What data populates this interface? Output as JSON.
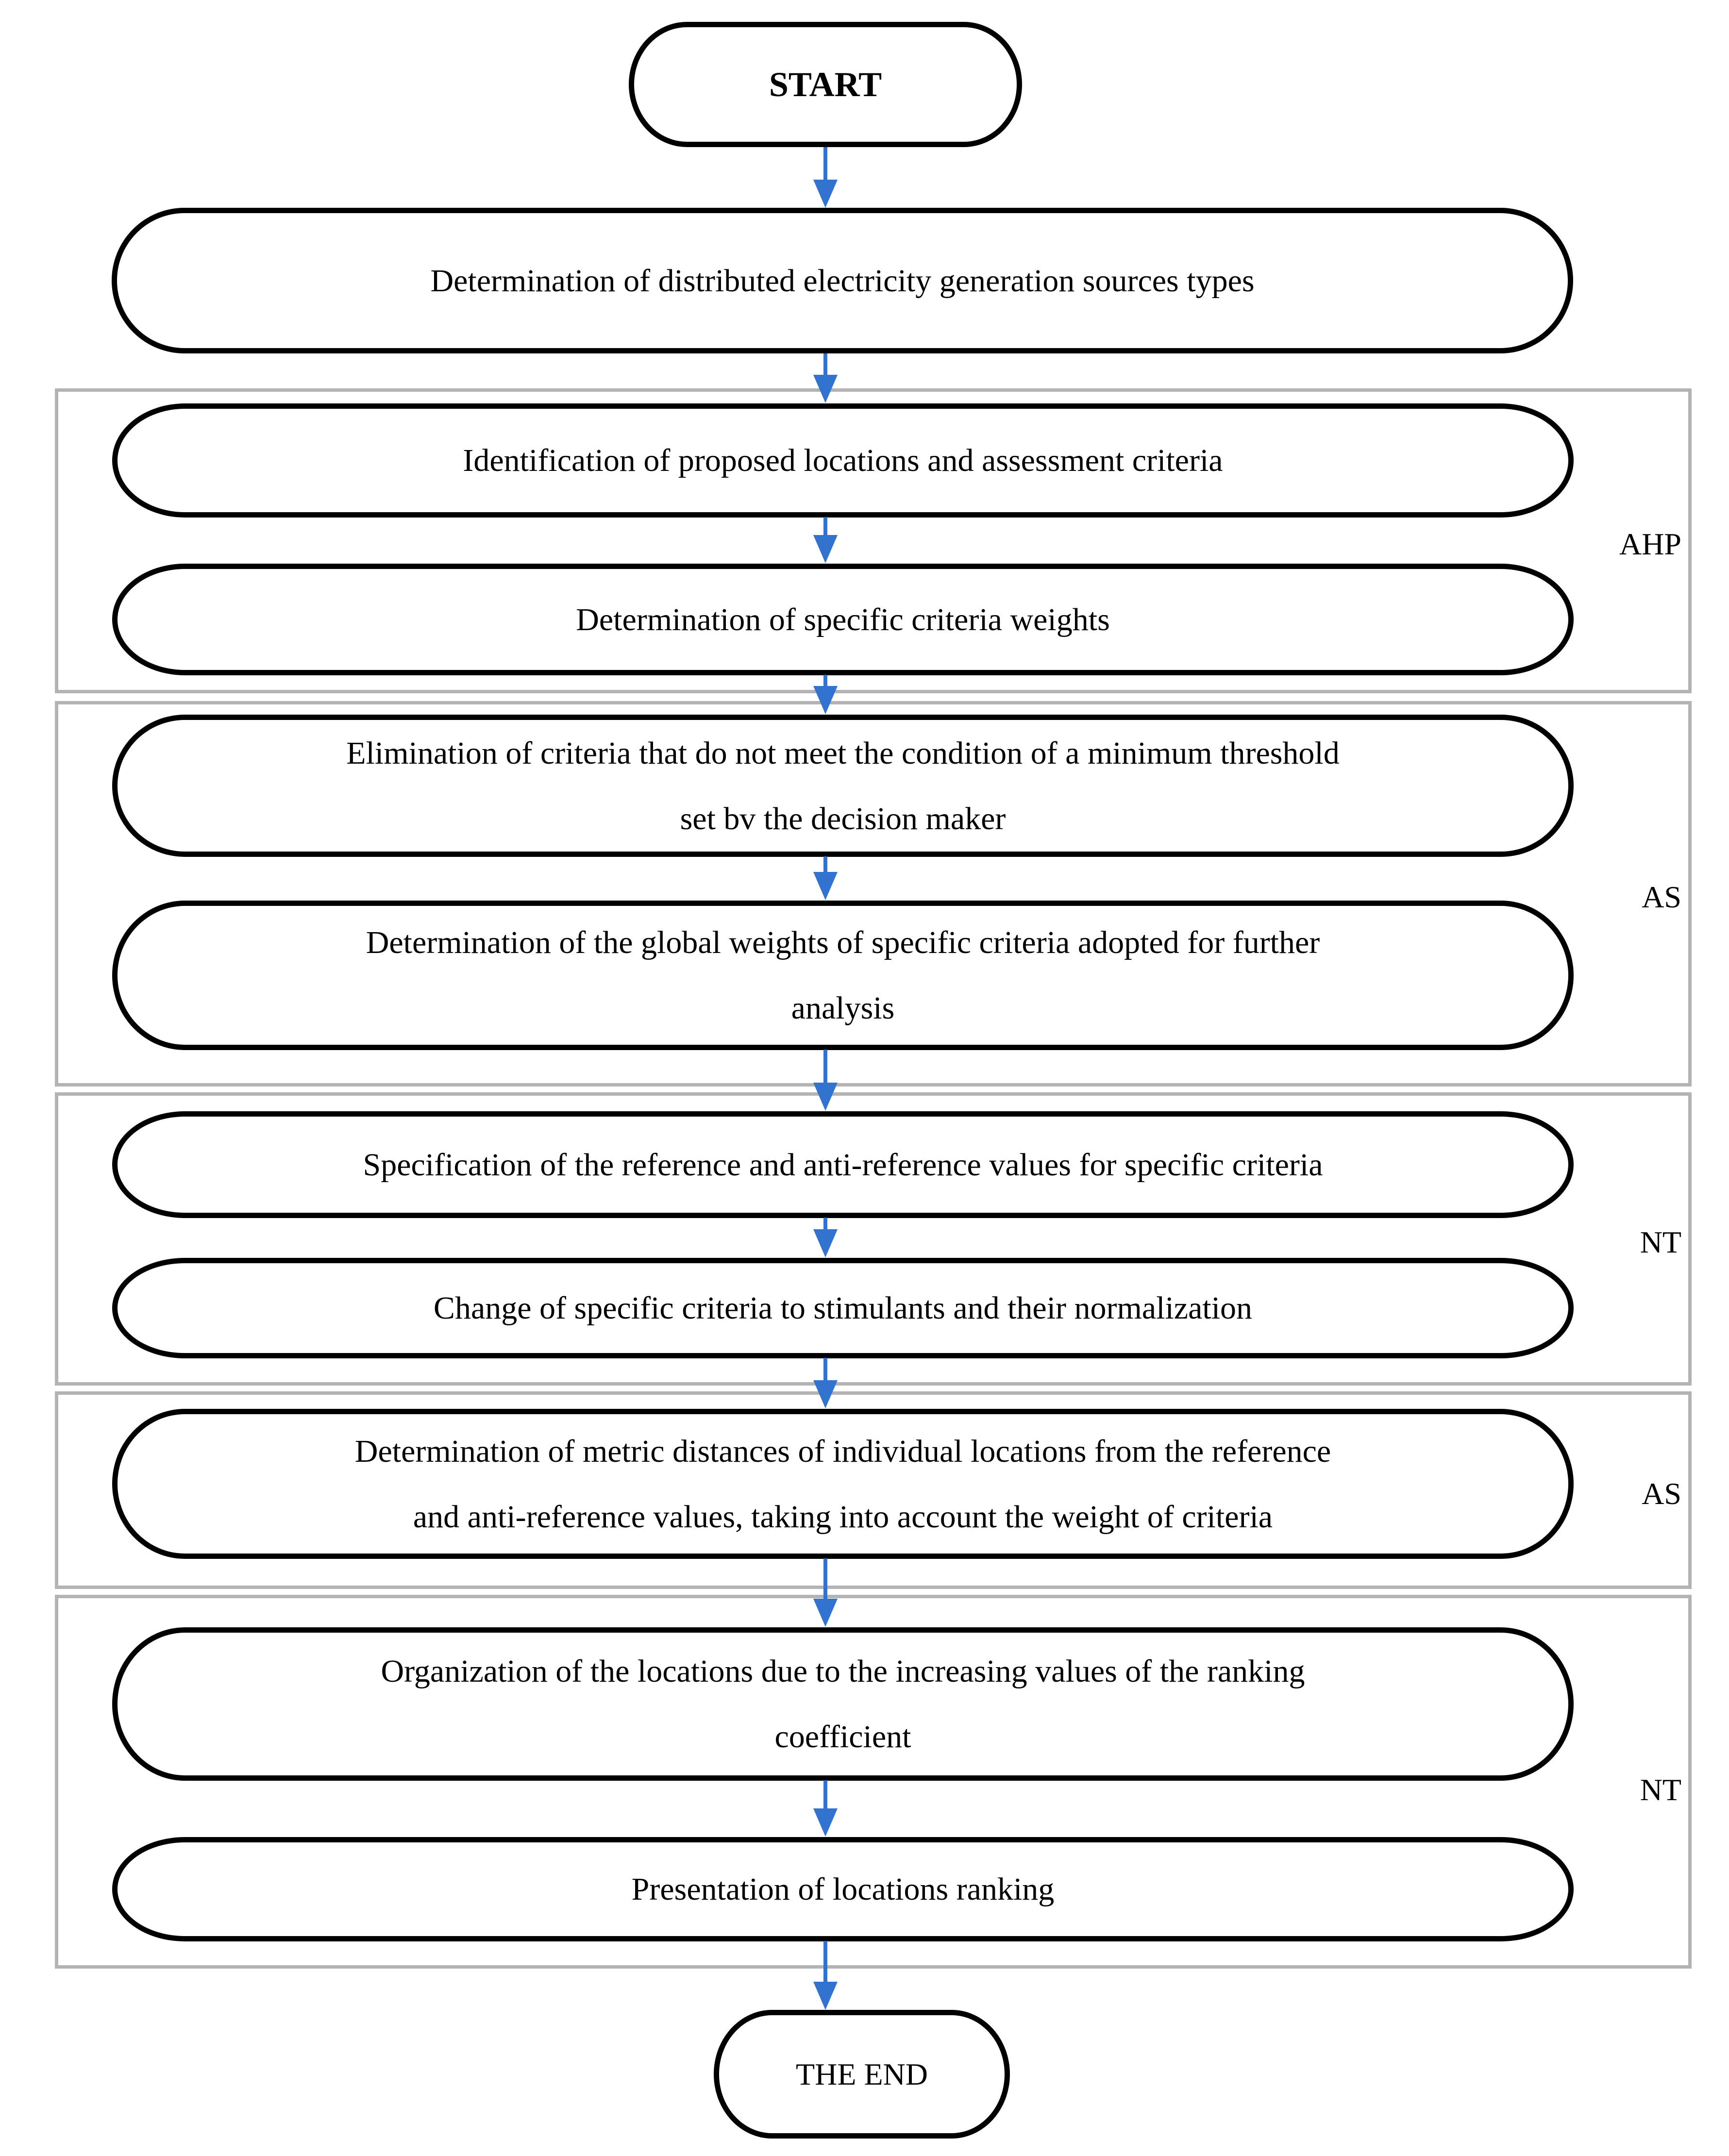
{
  "flow": {
    "start_label": "START",
    "end_label": "THE END",
    "steps": [
      {
        "lines": [
          "Determination of distributed electricity generation sources types"
        ]
      },
      {
        "lines": [
          "Identification of proposed locations and assessment criteria"
        ]
      },
      {
        "lines": [
          "Determination of specific criteria weights"
        ]
      },
      {
        "lines": [
          "Elimination of criteria that do not meet the condition of a minimum threshold",
          "set bv the decision maker"
        ]
      },
      {
        "lines": [
          "Determination of the global weights of specific criteria adopted for further",
          "analysis"
        ]
      },
      {
        "lines": [
          "Specification of the reference and anti-reference values for specific criteria"
        ]
      },
      {
        "lines": [
          "Change of specific criteria to stimulants and their normalization"
        ]
      },
      {
        "lines": [
          "Determination of metric distances of individual locations from the reference",
          "and anti-reference values, taking into account the weight of criteria"
        ]
      },
      {
        "lines": [
          "Organization of the locations due to the increasing values of the ranking",
          "coefficient"
        ]
      },
      {
        "lines": [
          "Presentation of locations ranking"
        ]
      }
    ],
    "groups": [
      {
        "label": "AHP"
      },
      {
        "label": "AS"
      },
      {
        "label": "NT"
      },
      {
        "label": "AS"
      },
      {
        "label": "NT"
      }
    ],
    "colors": {
      "arrow": "#3273cf",
      "node_border": "#000000",
      "group_border": "#b3b3b3",
      "text": "#000000"
    }
  }
}
